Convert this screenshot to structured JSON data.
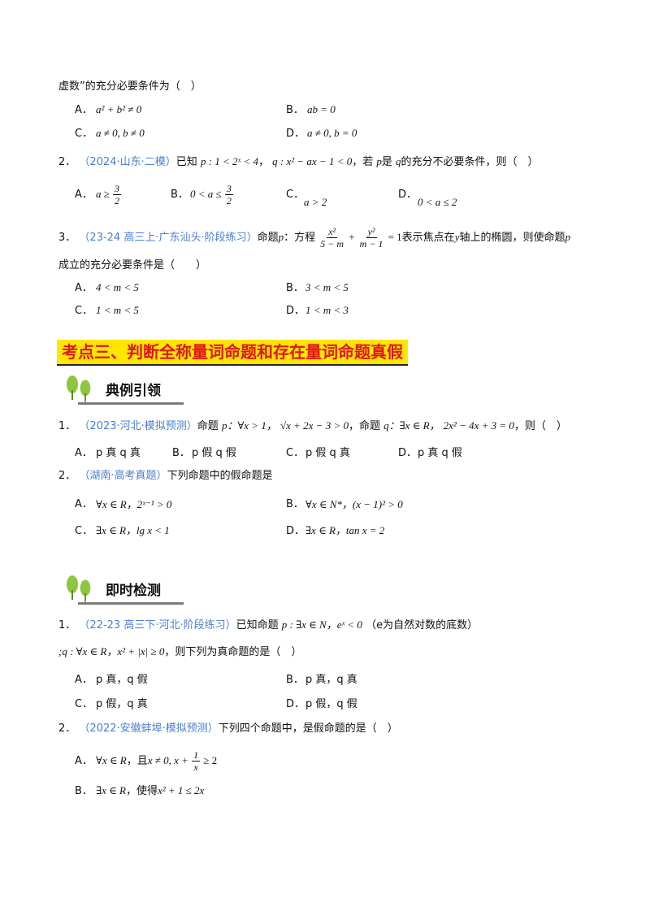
{
  "q0": {
    "stem_tail": "虚数”的充分必要条件为（　）",
    "A": "A．",
    "B": "B．",
    "C": "C．",
    "D": "D．",
    "A_math": "a² + b² ≠ 0",
    "B_math": "ab = 0",
    "C_math": "a ≠ 0, b ≠ 0",
    "D_math": "a ≠ 0, b = 0"
  },
  "q2": {
    "num": "2．",
    "source": "（2024·山东·二模）",
    "text1": "已知",
    "p_math": "p : 1 < 2ˣ < 4",
    "sep": "，",
    "q_math": "q : x² − ax − 1 < 0",
    "text2": "，若",
    "p": "p",
    "text3": "是",
    "q": "q",
    "text4": "的充分不必要条件，则（　）",
    "A": "A．",
    "B": "B．",
    "C": "C．",
    "D": "D．",
    "A_left": "a ≥",
    "A_num": "3",
    "A_den": "2",
    "B_left": "0 < a ≤",
    "B_num": "3",
    "B_den": "2",
    "C_math": "a > 2",
    "D_math": "0 < a ≤ 2"
  },
  "q3": {
    "num": "3．",
    "source": "（23-24 高三上·广东汕头·阶段练习）",
    "text1": "命题",
    "p": "p",
    "text2": "：方程",
    "f1_num": "x²",
    "f1_den": "5 − m",
    "plus": "+",
    "f2_num": "y²",
    "f2_den": "m − 1",
    "eq": "= 1",
    "text3": "表示焦点在",
    "y": "y",
    "text4": "轴上的椭圆，则使命题",
    "p2": "p",
    "line2": "成立的充分必要条件是（　　）",
    "A": "A．",
    "B": "B．",
    "C": "C．",
    "D": "D．",
    "A_math": "4 < m < 5",
    "B_math": "3 < m < 5",
    "C_math": "1 < m < 5",
    "D_math": "1 < m < 3"
  },
  "section": {
    "title": "考点三、判断全称量词命题和存在量词命题真假"
  },
  "tag1": {
    "label": "典例引领"
  },
  "e1": {
    "num": "1．",
    "source": "（2023·河北·模拟预测）",
    "text1": "命题",
    "p_math": "p：∀x > 1，",
    "ineq": "√x + 2x − 3 > 0",
    "text2": "，命题",
    "q_math": "q：∃x ∈ R，",
    "eq2": "2x² − 4x + 3 = 0",
    "text3": "，则（　）",
    "A": "A．",
    "B": "B．",
    "C": "C．",
    "D": "D．",
    "A_opt": "p 真 q 真",
    "B_opt": "p 假 q 假",
    "C_opt": "p 假 q 真",
    "D_opt": "p 真 q 假"
  },
  "e2": {
    "num": "2．",
    "source": "（湖南·高考真题）",
    "text": "下列命题中的假命题是",
    "A": "A．",
    "B": "B．",
    "C": "C．",
    "D": "D．",
    "A_math": "∀x ∈ R，2ˣ⁻¹ > 0",
    "B_math": "∀x ∈ N*，(x − 1)² > 0",
    "C_math": "∃x ∈ R，lg x < 1",
    "D_math": "∃x ∈ R，tan x = 2"
  },
  "tag2": {
    "label": "即时检测"
  },
  "t1": {
    "num": "1．",
    "source": "（22-23 高三下·河北·阶段练习）",
    "text1": "已知命题",
    "p_math": "p : ∃x ∈ N，eˣ < 0",
    "note": "（e为自然对数的底数）",
    "line2_math": ";q : ∀x ∈ R，x² + |x| ≥ 0",
    "line2_text": "，则下列为真命题的是（　）",
    "A": "A．",
    "B": "B．",
    "C": "C．",
    "D": "D．",
    "A_opt": "p 真，q 假",
    "B_opt": "p 真，q 真",
    "C_opt": "p 假，q 真",
    "D_opt": "p 假，q 假"
  },
  "t2": {
    "num": "2．",
    "source": "（2022·安徽蚌埠·模拟预测）",
    "text": "下列四个命题中，是假命题的是（　）",
    "A": "A．",
    "A_math1": "∀x ∈ R",
    "A_text": "，且",
    "A_math2": "x ≠ 0, x +",
    "A_num": "1",
    "A_den": "x",
    "A_tail": "≥ 2",
    "B": "B．",
    "B_math1": "∃x ∈ R",
    "B_text": "，使得",
    "B_math2": "x² + 1 ≤ 2x"
  }
}
